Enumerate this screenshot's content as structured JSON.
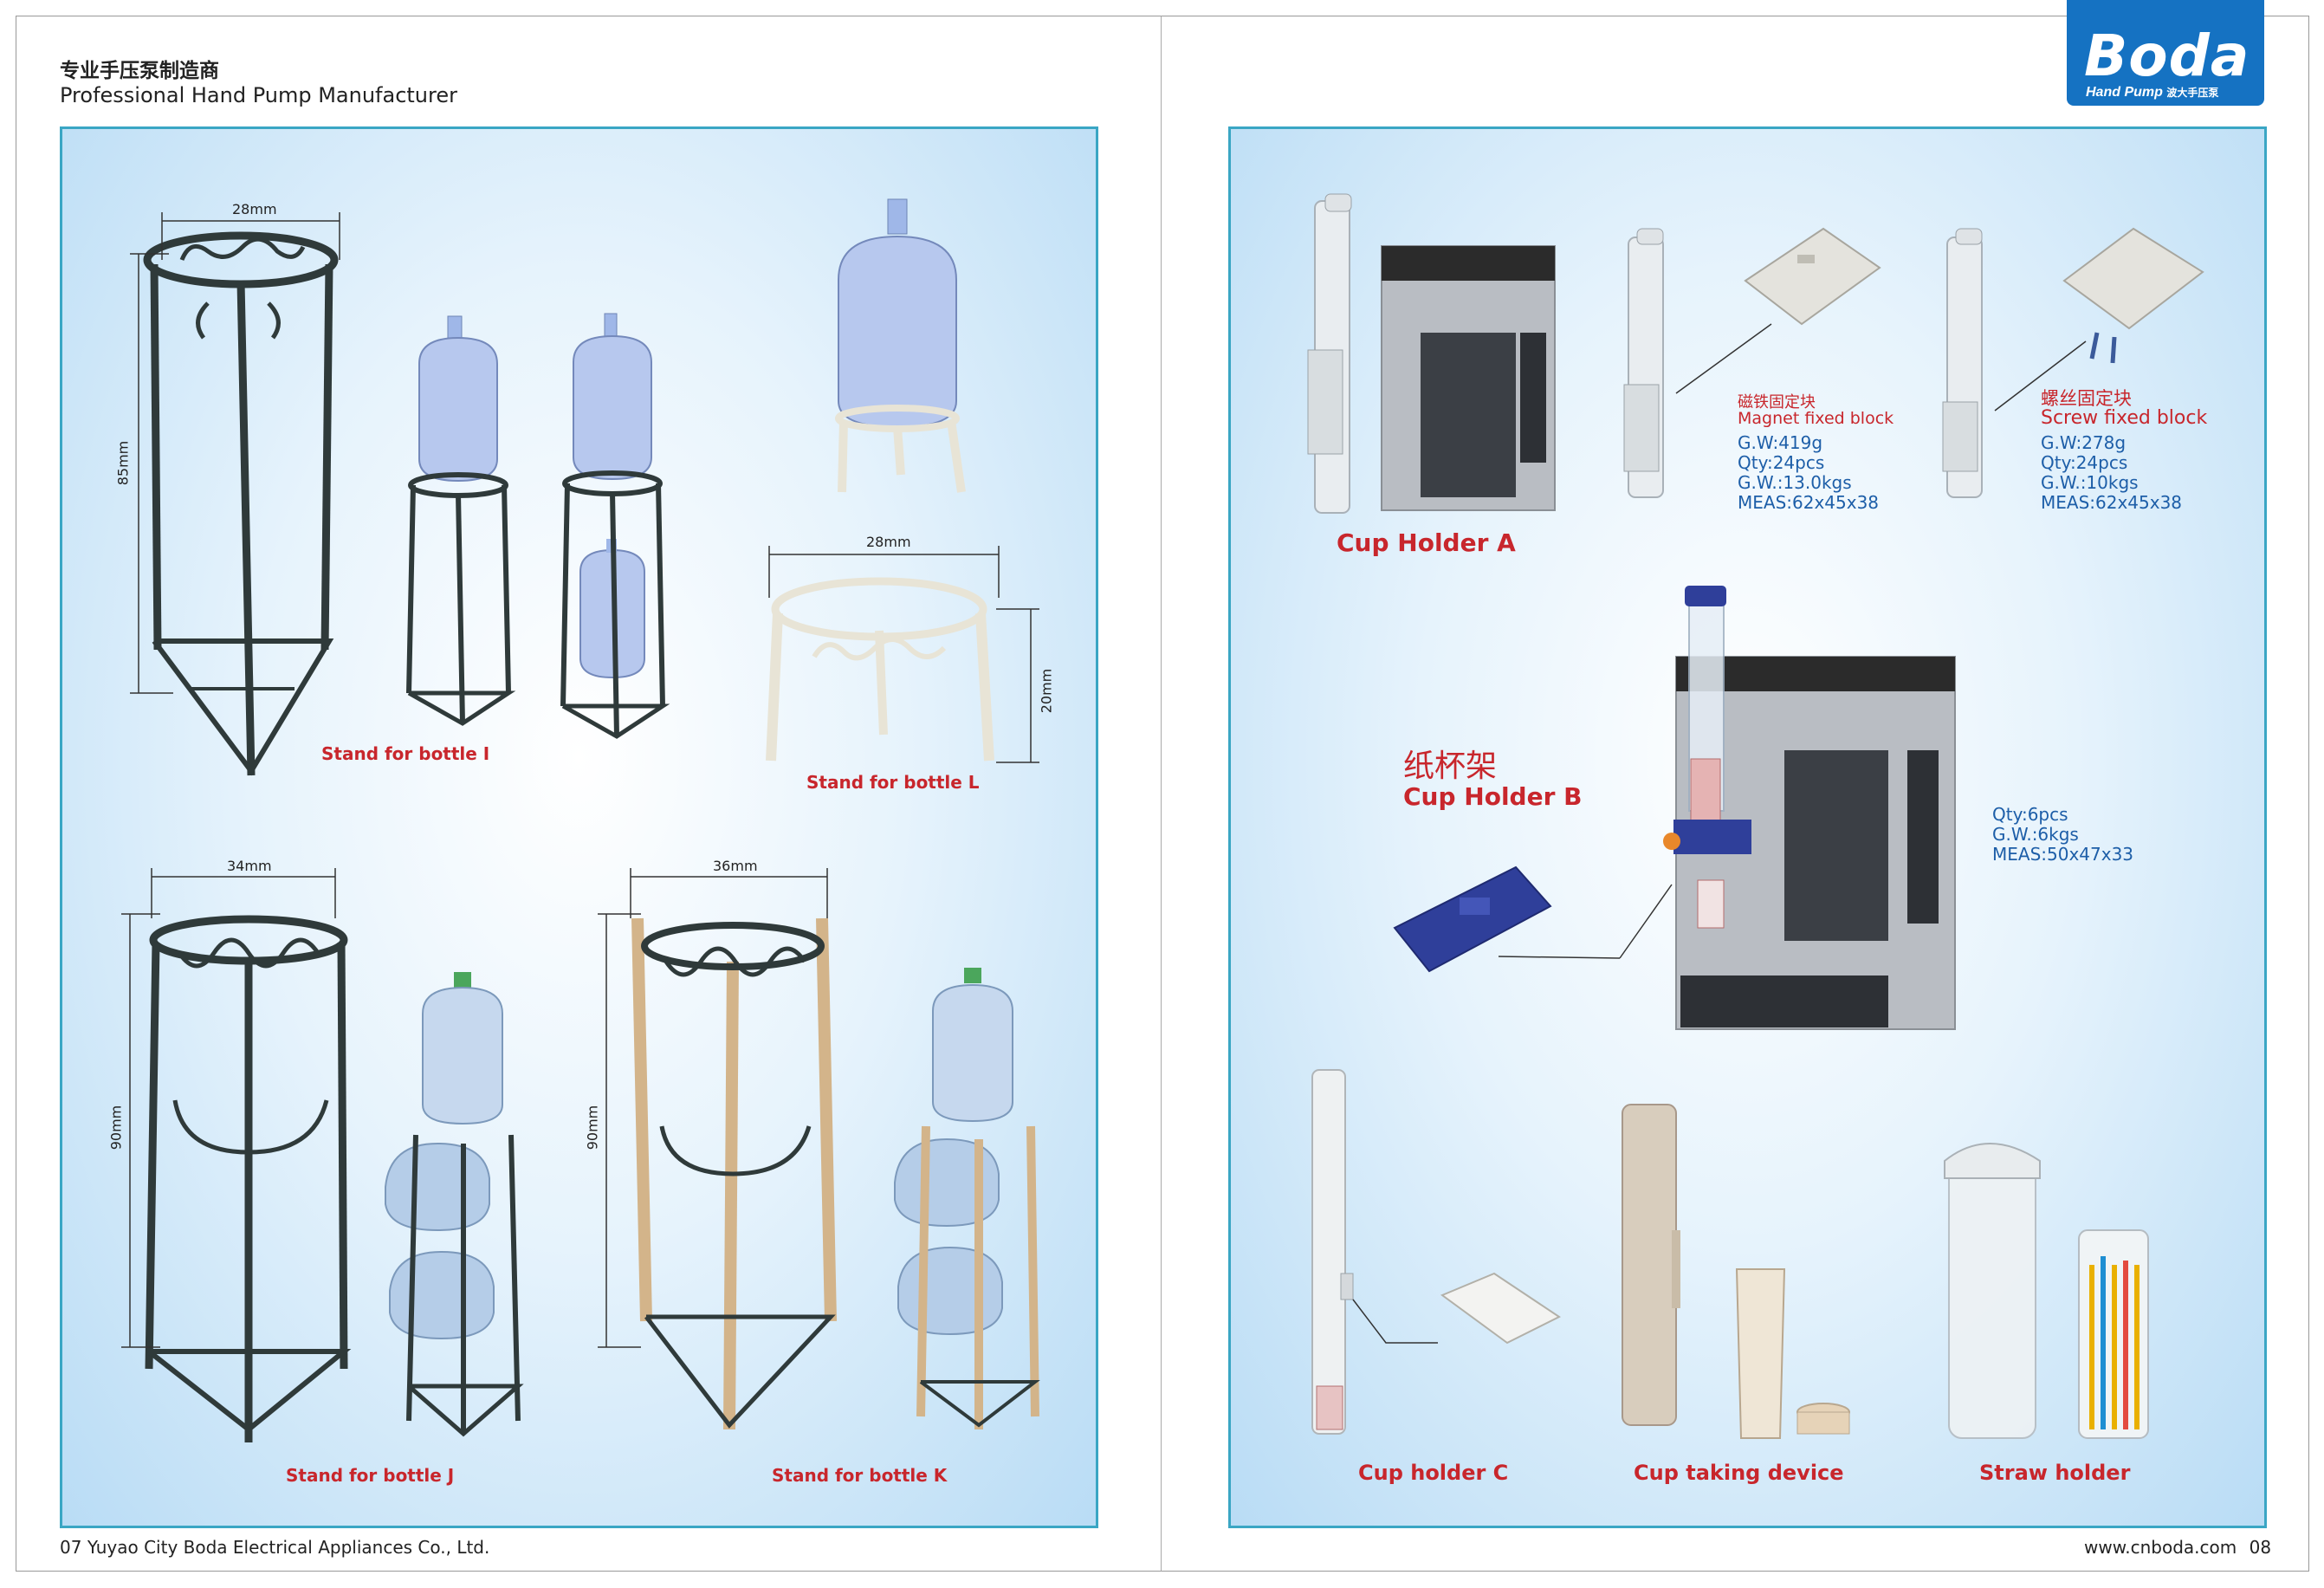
{
  "header": {
    "title_cn": "专业手压泵制造商",
    "title_en": "Professional Hand Pump Manufacturer"
  },
  "logo": {
    "brand": "Boda",
    "sub": "Hand Pump",
    "sub_cn": "波大手压泵"
  },
  "left_page": {
    "labels": {
      "stand_i": "Stand for bottle I",
      "stand_l": "Stand for bottle L",
      "stand_j": "Stand for bottle J",
      "stand_k": "Stand for bottle K"
    },
    "dims": {
      "i_width": "28mm",
      "i_height": "85mm",
      "l_width": "28mm",
      "l_height": "20mm",
      "j_width": "34mm",
      "j_height": "90mm",
      "k_width": "36mm",
      "k_height": "90mm"
    }
  },
  "right_page": {
    "cup_holder_a": {
      "label": "Cup Holder A",
      "magnet": {
        "title_cn": "磁铁固定块",
        "title_en": "Magnet fixed block",
        "gw": "G.W:419g",
        "qty": "Qty:24pcs",
        "gw_total": "G.W.:13.0kgs",
        "meas": "MEAS:62x45x38"
      },
      "screw": {
        "title_cn": "螺丝固定块",
        "title_en": "Screw fixed block",
        "gw": "G.W:278g",
        "qty": "Qty:24pcs",
        "gw_total": "G.W.:10kgs",
        "meas": "MEAS:62x45x38"
      }
    },
    "cup_holder_b": {
      "label_cn": "纸杯架",
      "label": "Cup Holder B",
      "qty": "Qty:6pcs",
      "gw": "G.W.:6kgs",
      "meas": "MEAS:50x47x33"
    },
    "bottom_labels": {
      "cup_holder_c": "Cup holder C",
      "cup_taking": "Cup taking device",
      "straw_holder": "Straw holder"
    }
  },
  "footer": {
    "left_page_no": "07",
    "company": "Yuyao City Boda Electrical Appliances Co., Ltd.",
    "website": "www.cnboda.com",
    "right_page_no": "08"
  },
  "colors": {
    "frame": "#3aa6c4",
    "label_red": "#c8262c",
    "spec_blue": "#1d5ea8",
    "logo_blue": "#1572c2"
  }
}
